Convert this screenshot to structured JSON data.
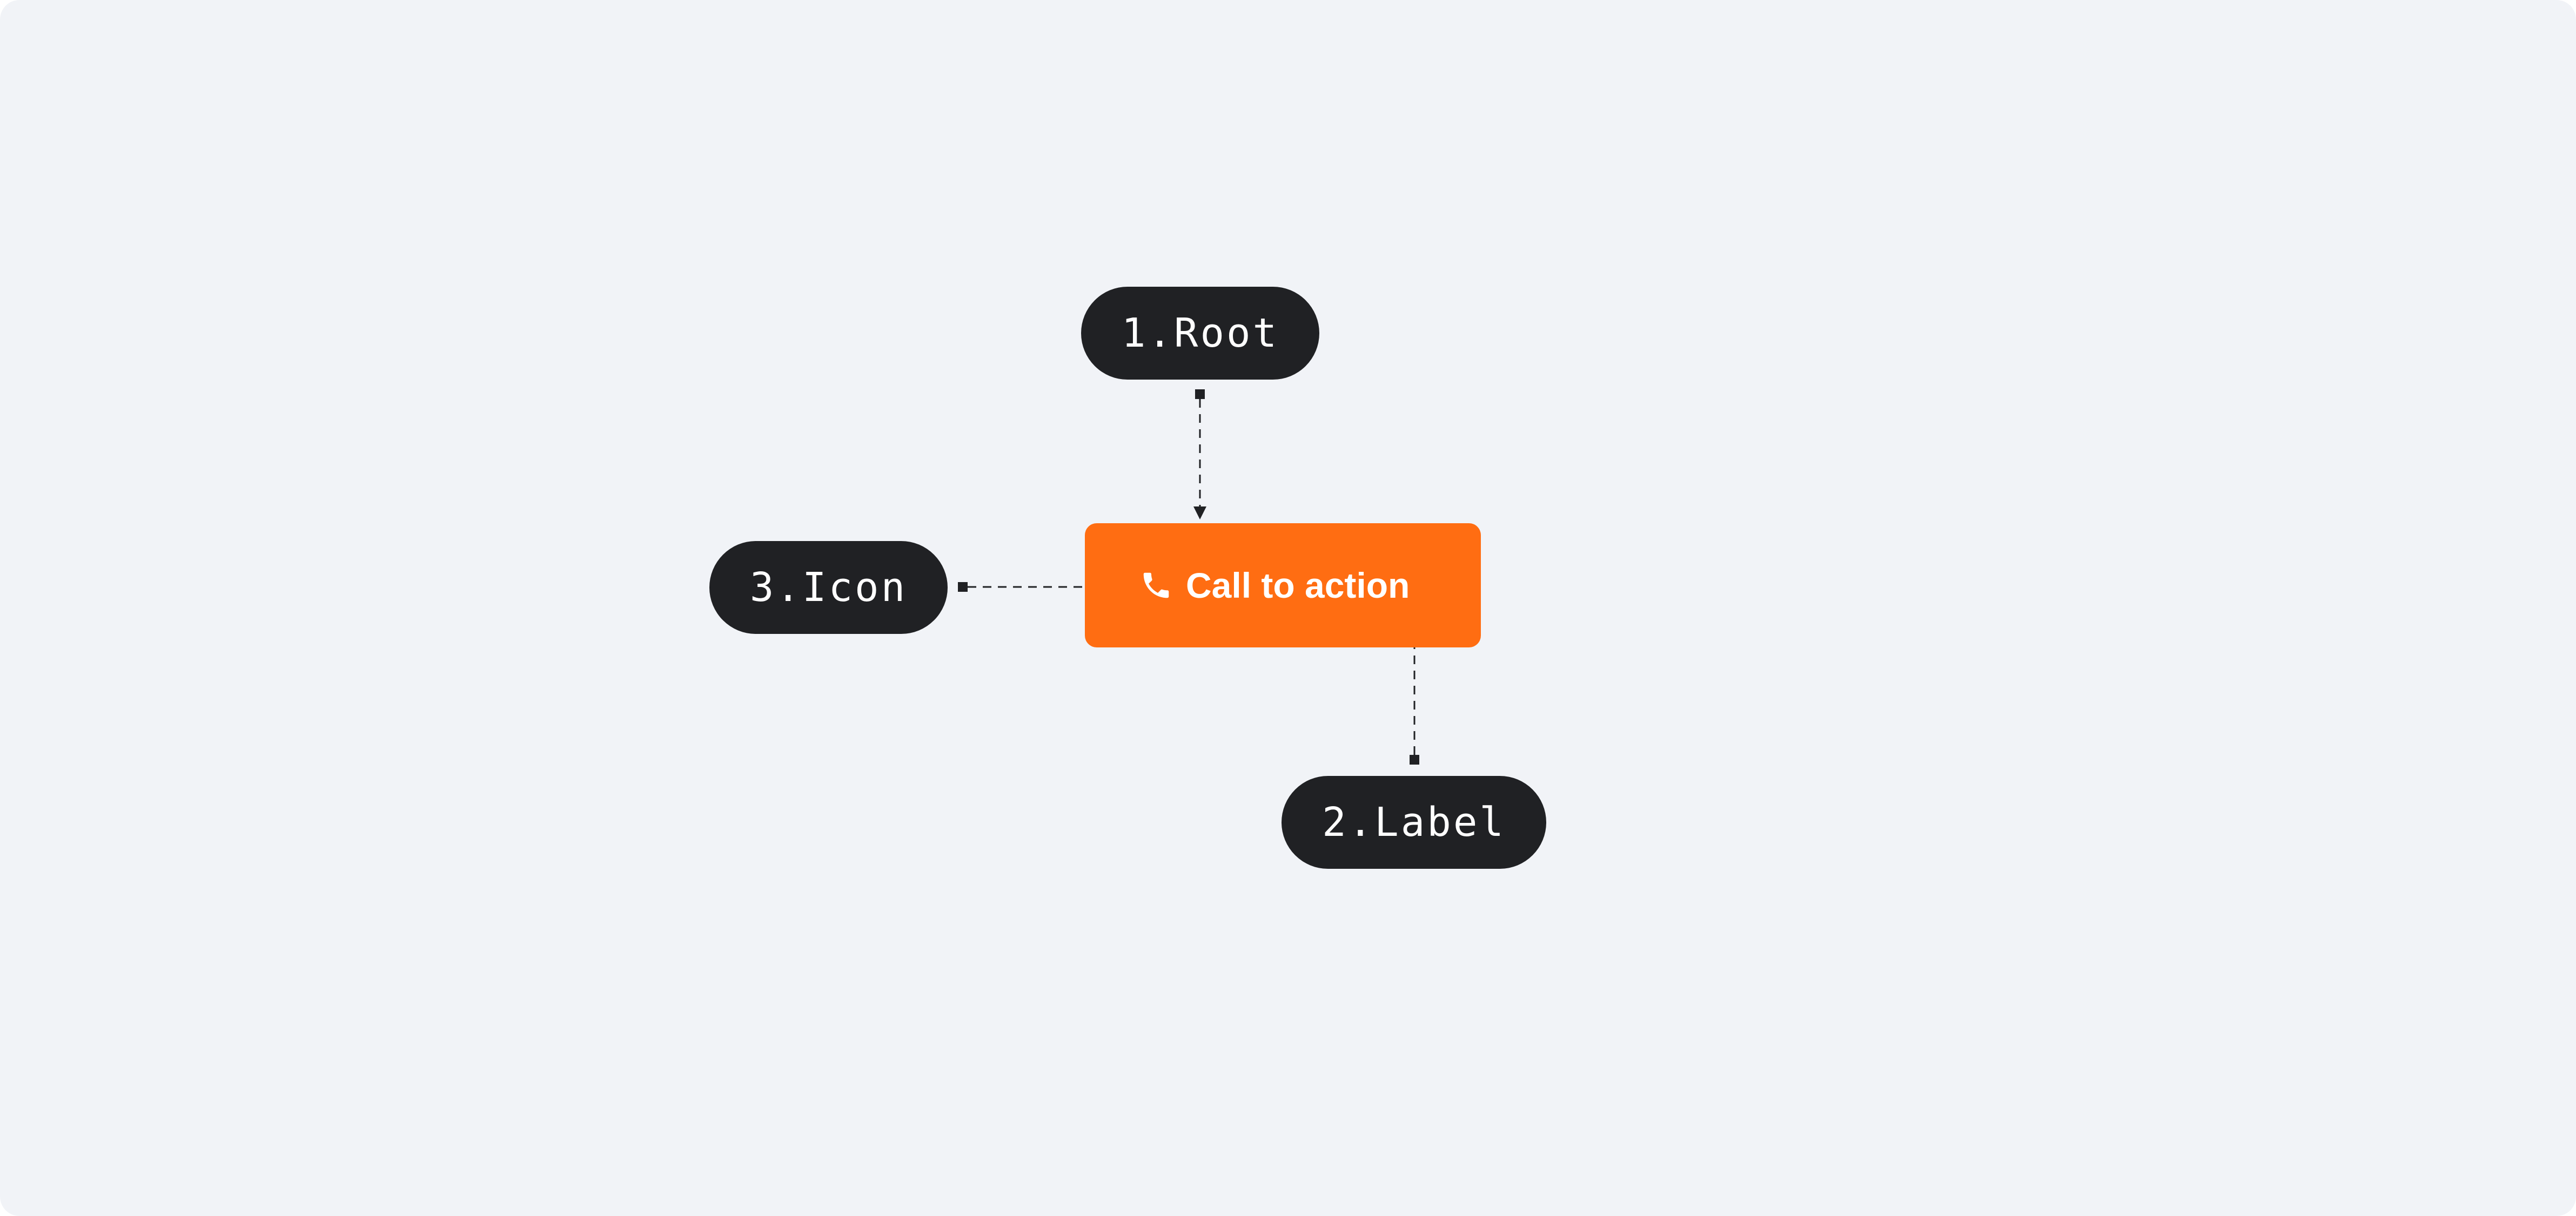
{
  "diagram": {
    "annotations": [
      {
        "id": "root",
        "label": "1.Root"
      },
      {
        "id": "label",
        "label": "2.Label"
      },
      {
        "id": "icon",
        "label": "3.Icon"
      }
    ],
    "button": {
      "label": "Call to action",
      "icon": "phone-icon",
      "background": "#ff6d12",
      "text_color": "#ffffff"
    },
    "colors": {
      "canvas": "#f1f3f7",
      "pill": "#202124",
      "connector": "#202124"
    }
  }
}
